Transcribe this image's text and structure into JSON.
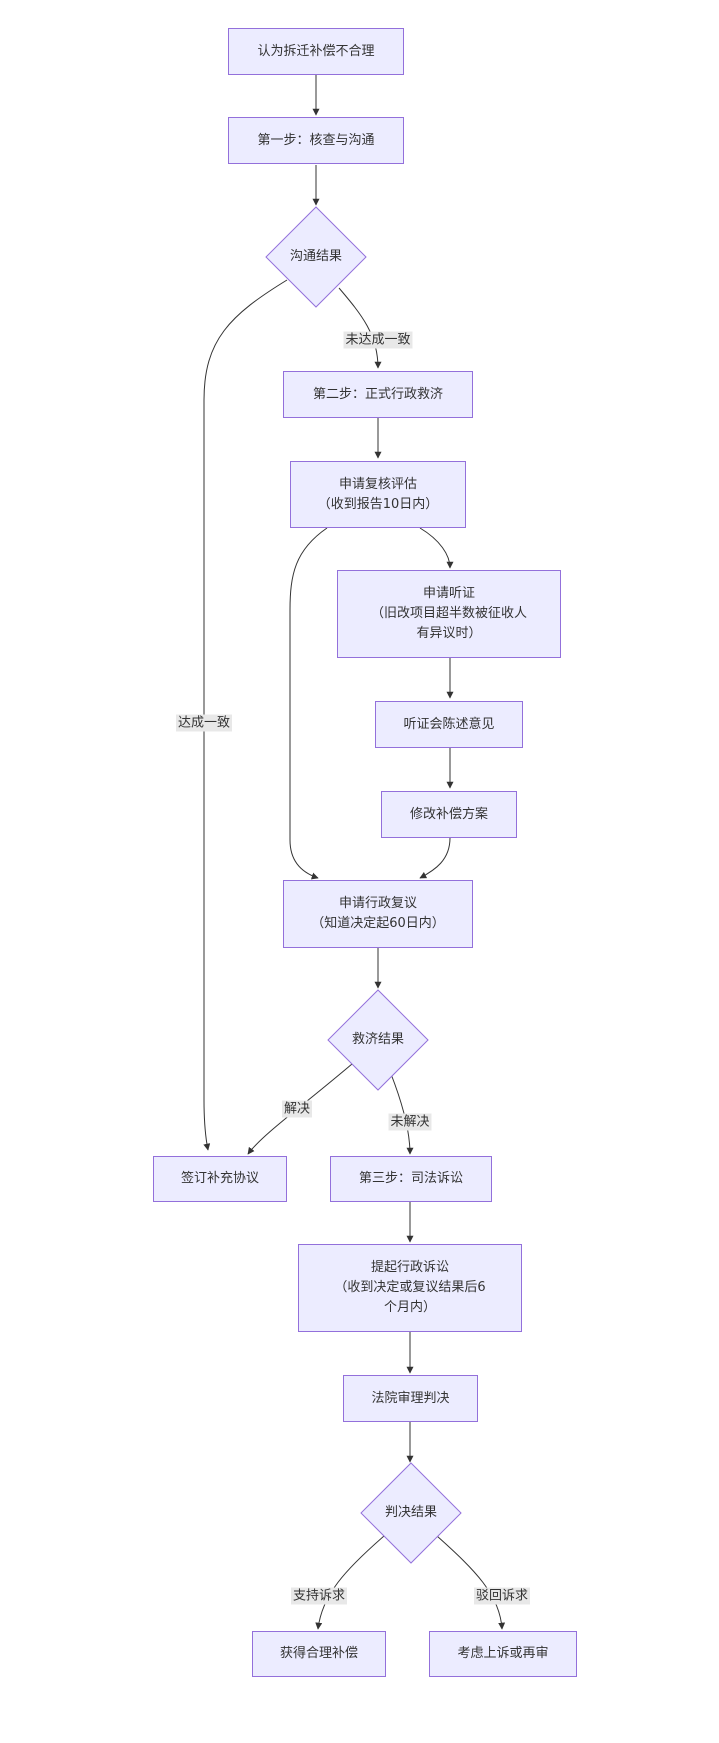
{
  "colors": {
    "node_fill": "#ececff",
    "node_border": "#9370db",
    "edge": "#333333",
    "edge_label_bg": "#e8e8e8",
    "text": "#333333"
  },
  "nodes": {
    "start": "认为拆迁补偿不合理",
    "step1": "第一步：核查与沟通",
    "decision1": "沟通结果",
    "step2": "第二步：正式行政救济",
    "review_assessment": "申请复核评估\n（收到报告10日内）",
    "hearing": "申请听证\n（旧改项目超半数被征收人\n有异议时）",
    "hearing_statement": "听证会陈述意见",
    "modify_plan": "修改补偿方案",
    "admin_reconsideration": "申请行政复议\n（知道决定起60日内）",
    "decision2": "救济结果",
    "sign_agreement": "签订补充协议",
    "step3": "第三步：司法诉讼",
    "file_lawsuit": "提起行政诉讼\n（收到决定或复议结果后6\n个月内）",
    "court_trial": "法院审理判决",
    "decision3": "判决结果",
    "fair_compensation": "获得合理补偿",
    "appeal": "考虑上诉或再审"
  },
  "edge_labels": {
    "not_agreed": "未达成一致",
    "agreed": "达成一致",
    "resolved": "解决",
    "unresolved": "未解决",
    "support_claim": "支持诉求",
    "reject_claim": "驳回诉求"
  }
}
